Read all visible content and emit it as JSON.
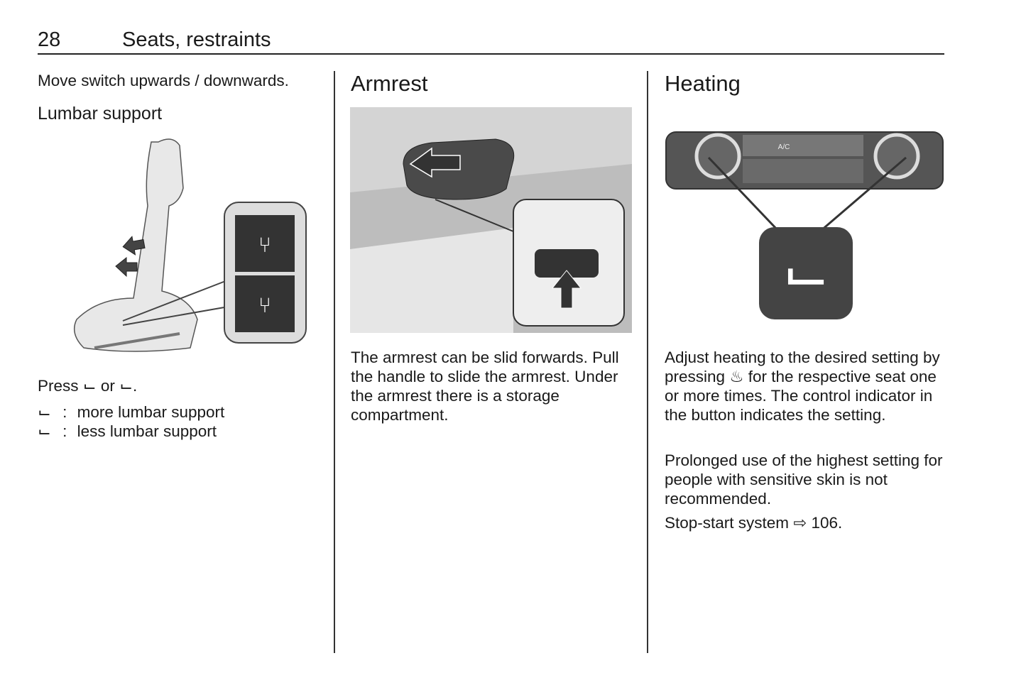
{
  "header": {
    "page_number": "28",
    "section": "Seats, restraints"
  },
  "col1": {
    "intro": "Move switch upwards / downwards.",
    "heading": "Lumbar support",
    "press_text": "Press",
    "or_text": "or",
    "period": ".",
    "legend": [
      {
        "sep": ":",
        "text": "more lumbar support"
      },
      {
        "sep": ":",
        "text": "less lumbar support"
      }
    ]
  },
  "col2": {
    "heading": "Armrest",
    "body": "The armrest can be slid forwards. Pull the handle to slide the armrest. Under the armrest there is a storage compartment."
  },
  "col3": {
    "heading": "Heating",
    "para1_a": "Adjust heating to the desired setting by pressing",
    "para1_b": "for the respective seat one or more times. The control indicator in the button indicates the setting.",
    "para2": "Prolonged use of the highest setting for people with sensitive skin is not recommended.",
    "xref_text": "Stop-start system",
    "xref_page": "106.",
    "panel_label_ac": "A/C"
  }
}
